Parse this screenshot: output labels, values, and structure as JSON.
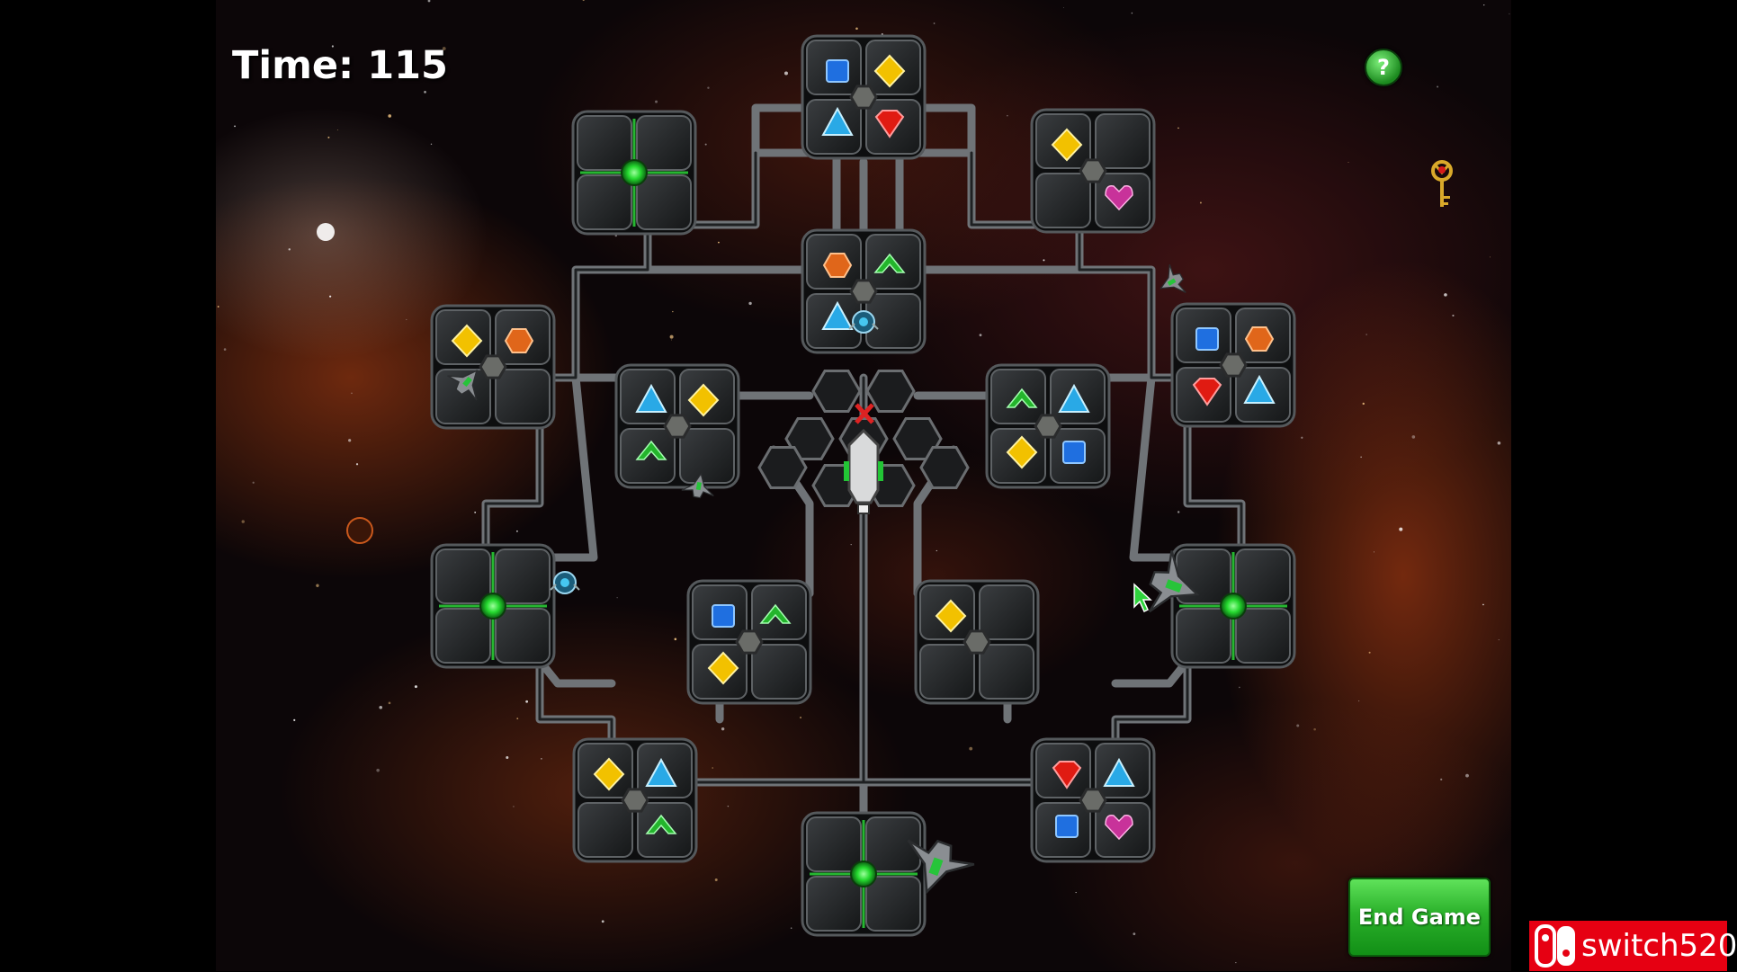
{
  "hud": {
    "timer_label": "Time: 115"
  },
  "buttons": {
    "help": "?",
    "end_game": "End Game"
  },
  "watermark": {
    "text": "switch520"
  },
  "colors": {
    "gem_blue": "#1f6fe0",
    "gem_yellow": "#f2c100",
    "gem_red": "#e01b12",
    "gem_orange": "#e0661a",
    "gem_green": "#24b52c",
    "gem_cyan": "#29a9e6",
    "gem_magenta": "#c8329a",
    "green_core": "#2de23a",
    "end_button": "#2bb12b",
    "badge_red": "#e60012"
  },
  "board": {
    "pods": [
      {
        "id": "pod-top",
        "slots": [
          "blue-square",
          "yellow-diamond",
          "cyan-triangle",
          "red-gem"
        ]
      },
      {
        "id": "pod-top-left",
        "slots": [
          "green-core"
        ]
      },
      {
        "id": "pod-top-right",
        "slots": [
          "yellow-diamond",
          "empty",
          "empty",
          "magenta-heart"
        ]
      },
      {
        "id": "pod-upper-center",
        "slots": [
          "orange-gem",
          "green-chevron",
          "cyan-triangle",
          "empty"
        ]
      },
      {
        "id": "pod-left",
        "slots": [
          "yellow-diamond",
          "orange-gem",
          "empty",
          "empty"
        ]
      },
      {
        "id": "pod-right",
        "slots": [
          "blue-square",
          "orange-gem",
          "red-gem",
          "cyan-triangle"
        ]
      },
      {
        "id": "pod-inner-left",
        "slots": [
          "cyan-triangle",
          "yellow-diamond",
          "green-chevron",
          "empty"
        ]
      },
      {
        "id": "pod-inner-right",
        "slots": [
          "green-chevron",
          "cyan-triangle",
          "yellow-diamond",
          "blue-square"
        ]
      },
      {
        "id": "pod-mid-left",
        "slots": [
          "green-core"
        ]
      },
      {
        "id": "pod-mid-right",
        "slots": [
          "green-core"
        ]
      },
      {
        "id": "pod-lower-left",
        "slots": [
          "blue-square",
          "green-chevron",
          "yellow-diamond",
          "empty"
        ]
      },
      {
        "id": "pod-lower-right",
        "slots": [
          "yellow-diamond",
          "empty",
          "empty",
          "empty"
        ]
      },
      {
        "id": "pod-bottom-left",
        "slots": [
          "yellow-diamond",
          "cyan-triangle",
          "empty",
          "green-chevron"
        ]
      },
      {
        "id": "pod-bottom-right",
        "slots": [
          "red-gem",
          "cyan-triangle",
          "blue-square",
          "magenta-heart"
        ]
      },
      {
        "id": "pod-bottom",
        "slots": [
          "green-core"
        ]
      }
    ],
    "icons": [
      "player-ship-icon",
      "enemy-ship-icon",
      "drone-icon",
      "key-icon",
      "cursor-icon"
    ]
  }
}
